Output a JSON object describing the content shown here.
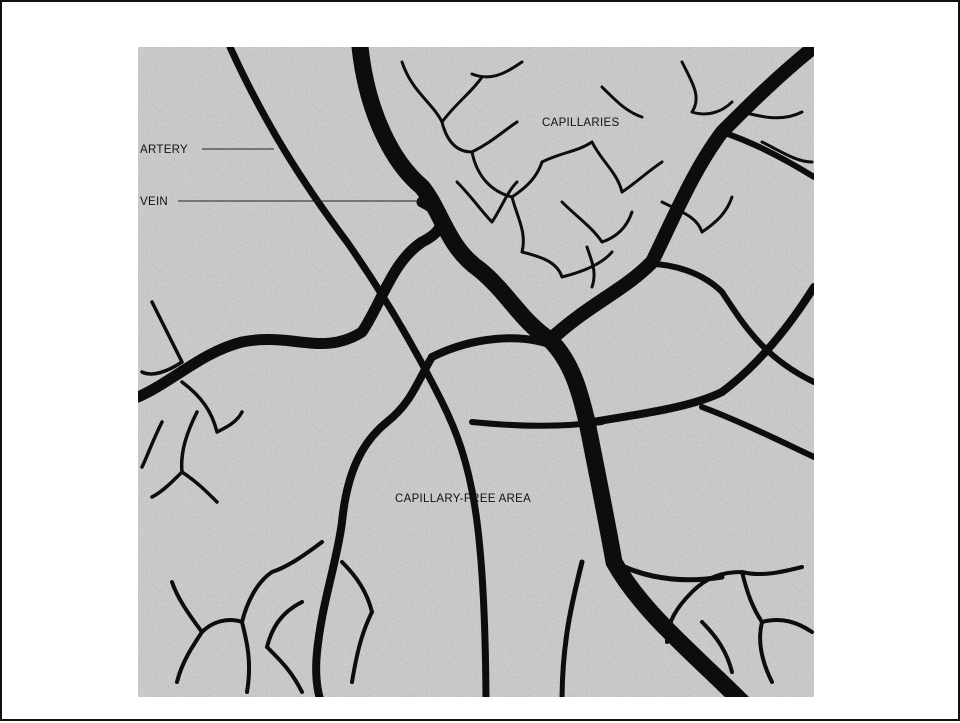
{
  "figure": {
    "labels": {
      "artery": "ARTERY",
      "vein": "VEIN",
      "capillaries": "CAPILLARIES",
      "capillary_free_area": "CAPILLARY-FREE AREA"
    },
    "colors": {
      "background_tissue": "#c9c9c9",
      "vessel": "#0d0d0d",
      "frame": "#111111"
    }
  }
}
